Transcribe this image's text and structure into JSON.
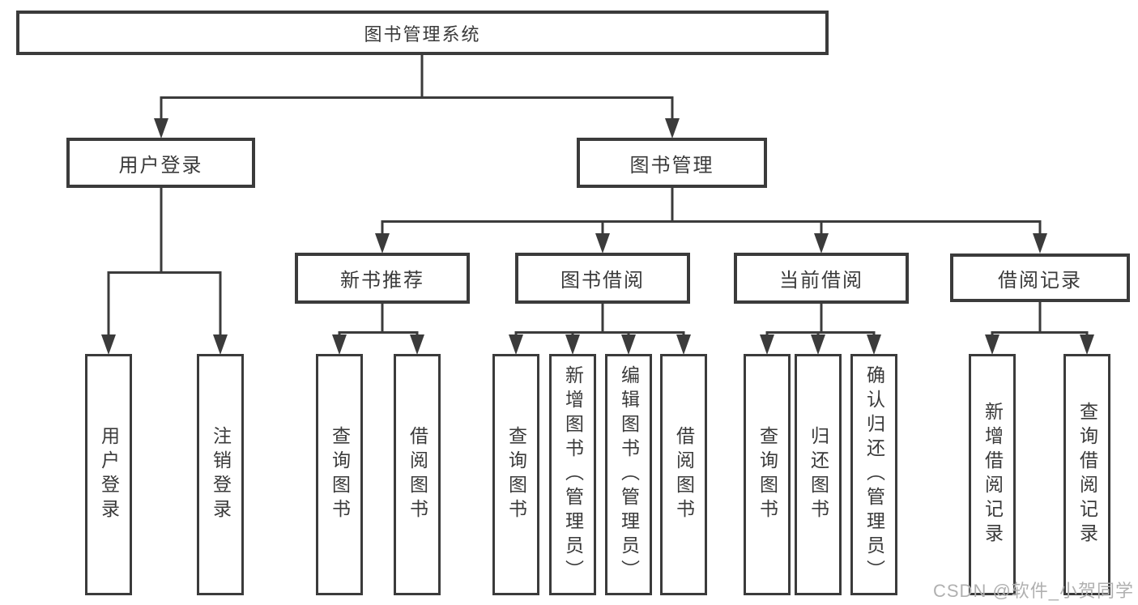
{
  "nodes": {
    "root": "图书管理系统",
    "user_login": "用户登录",
    "book_management": "图书管理",
    "new_book_recommend": "新书推荐",
    "book_borrow": "图书借阅",
    "current_borrow": "当前借阅",
    "borrow_records": "借阅记录"
  },
  "leaves": {
    "user_login": "用户登录",
    "logout": "注销登录",
    "nb_query": "查询图书",
    "nb_borrow": "借阅图书",
    "bb_query": "查询图书",
    "bb_add": "新增图书（管理员）",
    "bb_edit": "编辑图书（管理员）",
    "bb_borrow": "借阅图书",
    "cb_query": "查询图书",
    "cb_return": "归还图书",
    "cb_confirm": "确认归还（管理员）",
    "br_add": "新增借阅记录",
    "br_query": "查询借阅记录"
  },
  "watermark": "CSDN @软件_小贺同学",
  "colors": {
    "line": "#3b3b3b",
    "text": "#3a3a3a",
    "watermark": "#b0b0b0",
    "background": "#ffffff"
  }
}
